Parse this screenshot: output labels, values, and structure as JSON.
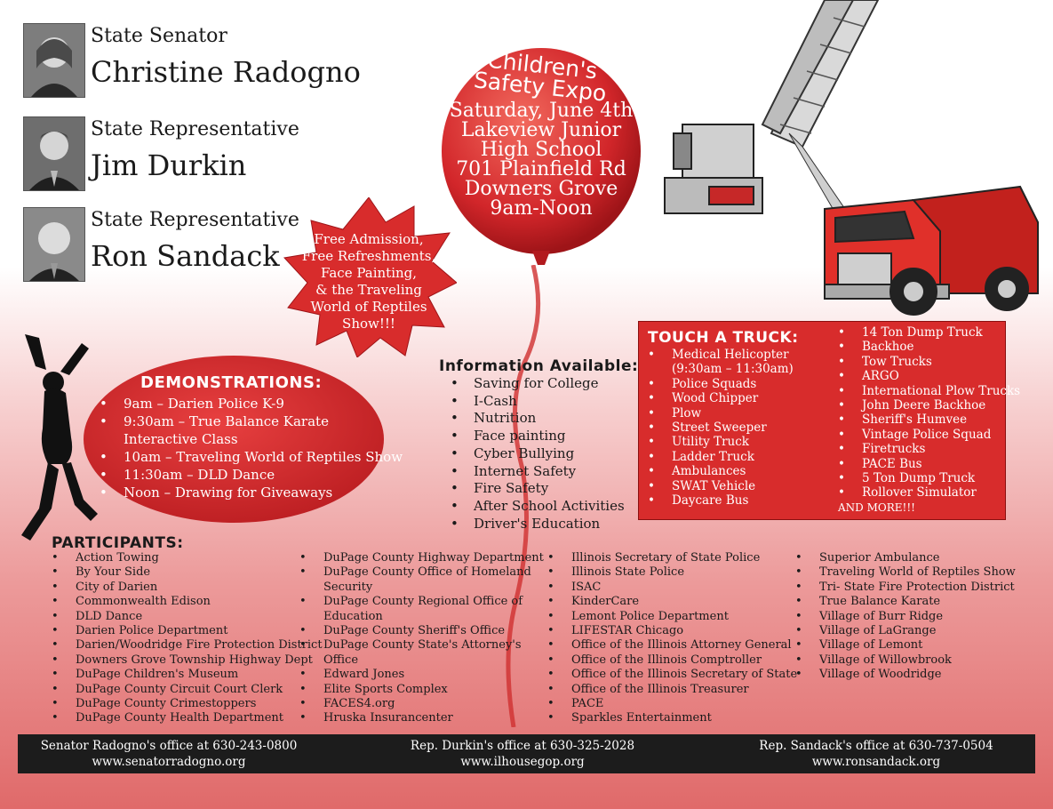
{
  "officials": [
    {
      "role": "State Senator",
      "name": "Christine Radogno"
    },
    {
      "role": "State Representative",
      "name": "Jim Durkin"
    },
    {
      "role": "State Representative",
      "name": "Ron Sandack"
    }
  ],
  "event": {
    "title_line1": "Children's",
    "title_line2": "Safety Expo",
    "date": "Saturday, June 4th",
    "venue_line1": "Lakeview Junior",
    "venue_line2": "High School",
    "address_line1": "701 Plainfield Rd",
    "address_line2": "Downers Grove",
    "time": "9am-Noon"
  },
  "star": {
    "lines": [
      "Free Admission,",
      "Free Refreshments,",
      "Face Painting,",
      "& the Traveling",
      "World of Reptiles",
      "Show!!!"
    ]
  },
  "demonstrations": {
    "title": "DEMONSTRATIONS:",
    "items": [
      "9am – Darien Police K-9",
      "9:30am – True Balance Karate",
      "Interactive Class",
      "10am – Traveling World of Reptiles Show",
      "11:30am – DLD Dance",
      "Noon – Drawing for Giveaways"
    ]
  },
  "information": {
    "title": "Information Available:",
    "items": [
      "Saving for College",
      "I-Cash",
      "Nutrition",
      "Face painting",
      "Cyber Bullying",
      "Internet Safety",
      "Fire Safety",
      "After School Activities",
      "Driver's Education"
    ]
  },
  "touch_a_truck": {
    "title": "TOUCH A TRUCK:",
    "col1": [
      "Medical Helicopter",
      "(9:30am – 11:30am)",
      "Police Squads",
      "Wood Chipper",
      "Plow",
      "Street Sweeper",
      "Utility Truck",
      "Ladder Truck",
      "Ambulances",
      "SWAT Vehicle",
      "Daycare Bus"
    ],
    "col2": [
      "14 Ton Dump Truck",
      "Backhoe",
      "Tow Trucks",
      "ARGO",
      "International Plow Trucks",
      "John Deere Backhoe",
      "Sheriff's Humvee",
      "Vintage Police Squad",
      "Firetrucks",
      "PACE Bus",
      "5 Ton Dump Truck",
      "Rollover Simulator"
    ],
    "and_more": "AND MORE!!!"
  },
  "participants": {
    "title": "PARTICIPANTS:",
    "col1": [
      "Action Towing",
      "By Your Side",
      "City of Darien",
      "Commonwealth Edison",
      "DLD Dance",
      "Darien Police Department",
      "Darien/Woodridge Fire Protection District",
      "Downers Grove Township Highway Dept",
      "DuPage Children's Museum",
      "DuPage County Circuit Court Clerk",
      "DuPage County Crimestoppers",
      "DuPage County Health Department"
    ],
    "col2": [
      "DuPage County Highway Department",
      "DuPage County Office of Homeland",
      "Security",
      "DuPage County Regional Office of",
      "Education",
      "DuPage County Sheriff's Office",
      "DuPage County State's Attorney's",
      "Office",
      "Edward Jones",
      "Elite Sports Complex",
      "FACES4.org",
      "Hruska Insurancenter"
    ],
    "col3": [
      "Illinois Secretary of State Police",
      "Illinois State Police",
      "ISAC",
      "KinderCare",
      "Lemont Police Department",
      "LIFESTAR Chicago",
      "Office of the Illinois Attorney General",
      "Office of the Illinois Comptroller",
      "Office of the Illinois Secretary of State",
      "Office of the Illinois Treasurer",
      "PACE",
      "Sparkles Entertainment"
    ],
    "col4": [
      "Superior Ambulance",
      "Traveling World of Reptiles Show",
      "Tri- State Fire Protection District",
      "True Balance Karate",
      "Village of Burr Ridge",
      "Village of LaGrange",
      "Village of Lemont",
      "Village of Willowbrook",
      "Village of Woodridge"
    ]
  },
  "footer": [
    {
      "office": "Senator Radogno's office at 630-243-0800",
      "web": "www.senatorradogno.org"
    },
    {
      "office": "Rep. Durkin's office at 630-325-2028",
      "web": "www.ilhousegop.org"
    },
    {
      "office": "Rep. Sandack's office at 630-737-0504",
      "web": "www.ronsandack.org"
    }
  ],
  "colors": {
    "accent_red": "#d82c2c",
    "footer_bg": "#1c1c1c"
  }
}
